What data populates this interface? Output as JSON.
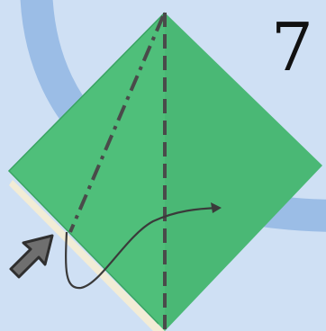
{
  "step": {
    "number": "7"
  },
  "colors": {
    "background": "#cfe0f4",
    "band": "#9bbde6",
    "paper_front": "#4fbf7a",
    "paper_shadow": "#3aa463",
    "paper_back": "#f2ecd6",
    "fold_line": "#4a4a4a",
    "arrow_outline": "#3a3a3a"
  },
  "icons": {
    "push_arrow": "push-arrow-icon",
    "move_arrow": "curved-move-arrow-icon"
  },
  "fold_lines": {
    "center": "valley-fold",
    "left": "mountain-fold"
  }
}
